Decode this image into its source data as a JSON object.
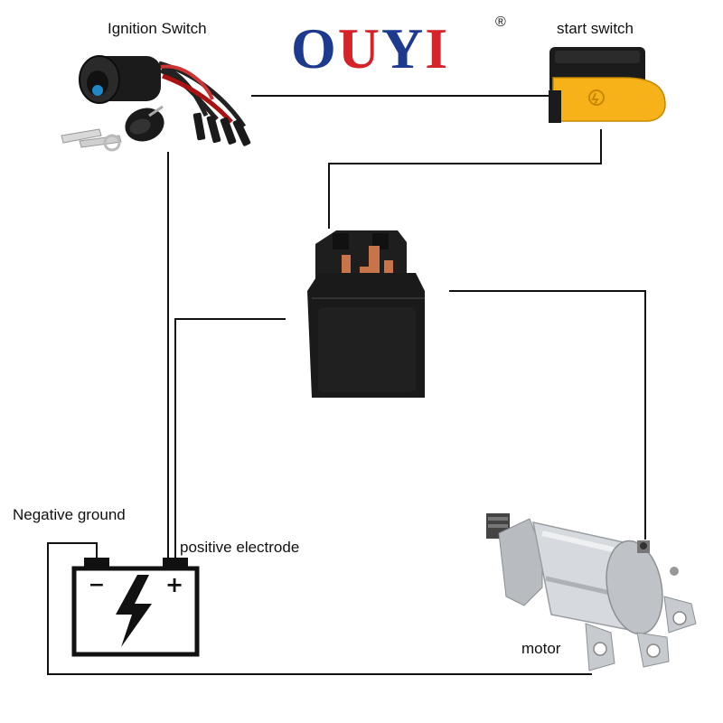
{
  "brand": {
    "letters": [
      "O",
      "U",
      "Y",
      "I"
    ],
    "registered": "®",
    "colors": {
      "blue": "#1d3a8e",
      "red": "#d4242a"
    }
  },
  "labels": {
    "ignition_switch": "Ignition Switch",
    "start_switch": "start switch",
    "negative_ground": "Negative ground",
    "positive_electrode": "positive electrode",
    "motor": "motor"
  },
  "battery": {
    "minus": "−",
    "plus": "+"
  },
  "colors": {
    "wire": "#111111",
    "start_switch_body": "#f7b21a",
    "relay_body": "#1a1a1a",
    "relay_terminal": "#c8744a",
    "motor_body": "#c9ccd0"
  },
  "icons": [
    "ignition-switch-icon",
    "key-icon",
    "start-switch-icon",
    "relay-icon",
    "battery-icon",
    "starter-motor-icon"
  ]
}
